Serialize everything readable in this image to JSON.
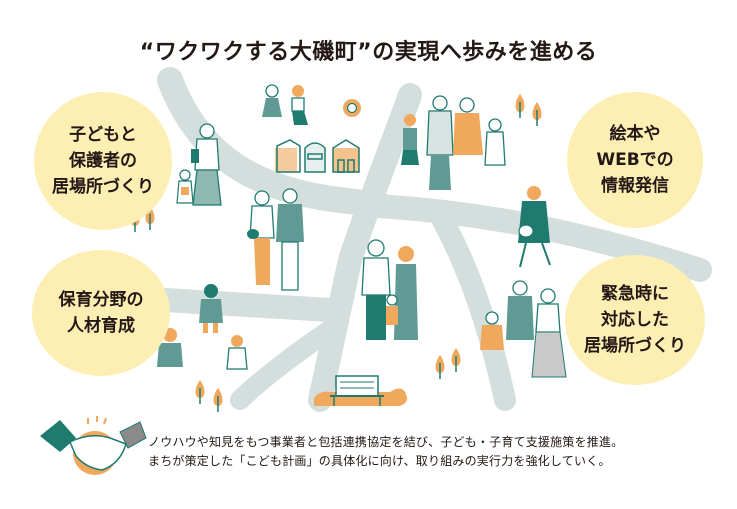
{
  "title": "“ワクワクする大磯町”の実現へ歩みを進める",
  "colors": {
    "bubble": "#fdeeb3",
    "road": "#d3dedd",
    "teal": "#1f7a70",
    "teal_light": "#5f9b94",
    "orange": "#f0a95c",
    "ink": "#231815",
    "gray": "#8a8a8a"
  },
  "bubbles": [
    {
      "id": "top-left",
      "lines": [
        "子どもと",
        "保護者の",
        "居場所づくり"
      ]
    },
    {
      "id": "top-right",
      "lines": [
        "絵本や",
        "WEBでの",
        "情報発信"
      ]
    },
    {
      "id": "bottom-left",
      "lines": [
        "保育分野の",
        "人材育成"
      ]
    },
    {
      "id": "bottom-right",
      "lines": [
        "緊急時に",
        "対応した",
        "居場所づくり"
      ]
    }
  ],
  "caption": {
    "line1": "ノウハウや知見をもつ事業者と包括連携協定を結び、子ども・子育て支援施策を推進。",
    "line2": "まちが策定した「こども計画」の具体化に向け、取り組みの実行力を強化していく。"
  },
  "icons": {
    "handshake": "handshake-icon",
    "bench": "bench-icon",
    "houses": "houses-icon",
    "sun": "sun-icon",
    "tree": "tree-icon"
  }
}
